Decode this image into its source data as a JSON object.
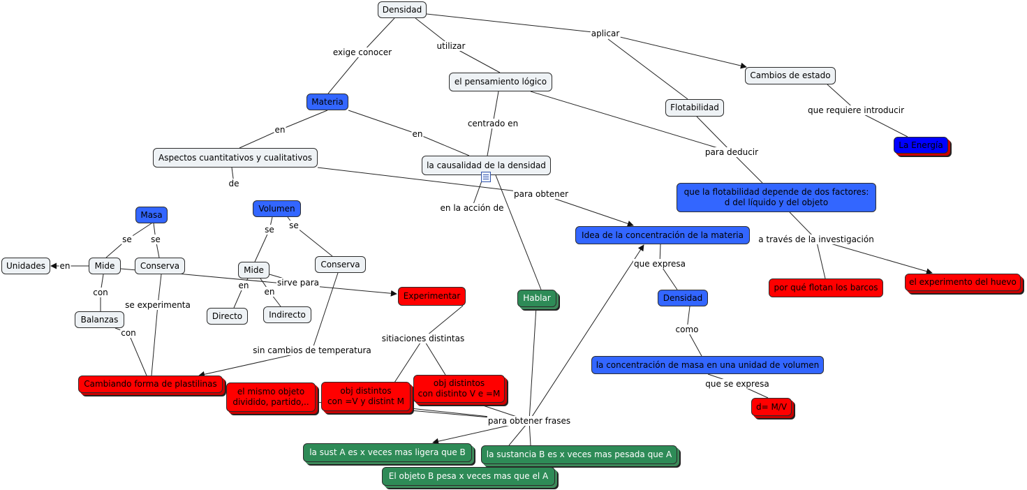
{
  "concepts": {
    "densidad": "Densidad",
    "materia": "Materia",
    "pensamiento": "el pensamiento lógico",
    "flotabilidad": "Flotabilidad",
    "cambios": "Cambios de estado",
    "energia": "La Energía",
    "aspectos": "Aspectos cuantitativos y cualitativos",
    "causalidad": "la causalidad de la densidad",
    "factores": "que la flotabilidad depende de dos factores:\nd del líquido y del objeto",
    "masa": "Masa",
    "volumen": "Volumen",
    "idea": "Idea de la concentración de la materia",
    "unidades": "Unidades",
    "mide1": "Mide",
    "conserva1": "Conserva",
    "mide2": "Mide",
    "conserva2": "Conserva",
    "balanzas": "Balanzas",
    "directo": "Directo",
    "indirecto": "Indirecto",
    "experimentar": "Experimentar",
    "hablar": "Hablar",
    "densidad2": "Densidad",
    "barcos": "por qué flotan los barcos",
    "huevo": "el experimento del huevo",
    "concentracion": "la concentración de masa en una unidad de volumen",
    "formula": "d= M/V",
    "plastilinas": "Cambiando forma de plastilinas",
    "mismo_objeto": "el mismo objeto\ndividido, partido,..",
    "obj_v": "obj distintos\ncon =V y distint M",
    "obj_m": "obj distintos\ncon distinto V e =M",
    "ligera": "la sust A es x veces mas ligera que B",
    "pesada": "la sustancia B es x veces mas pesada que A",
    "pesa": "El objeto B pesa x veces mas que el A"
  },
  "link_labels": {
    "exige_conocer": "exige conocer",
    "utilizar": "utilizar",
    "aplicar": "aplicar",
    "en_materia_aspectos": "en",
    "en_materia_causalidad": "en",
    "centrado_en": "centrado en",
    "que_requiere": "que requiere introducir",
    "para_deducir": "para deducir",
    "de": "de",
    "para_obtener": "para obtener",
    "en_la_accion": "en la acción de",
    "se_masa_mide": "se",
    "se_masa_conserva": "se",
    "se_vol_mide": "se",
    "se_vol_conserva": "se",
    "en_unidades": "en",
    "con_balanzas": "con",
    "se_experimenta": "se experimenta",
    "con_plastilinas": "con",
    "en_directo": "en",
    "en_indirecto": "en",
    "sirve_para": "sirve para",
    "sin_cambios": "sin cambios de temperatura",
    "que_expresa": "que expresa",
    "a_traves": "a través de la investigación",
    "como": "como",
    "que_se_expresa": "que se expresa",
    "situaciones": "sitiaciones distintas",
    "para_obtener_frases": "para obtener frases"
  },
  "colors": {
    "gray_node": "#eef2f5",
    "blue_node": "#3366ff",
    "royal_node": "#0000ff",
    "red_node": "#ff0000",
    "green_node": "#2e8b57",
    "line": "#222222"
  },
  "icons": [
    "document-icon",
    "arrowhead-icon"
  ]
}
